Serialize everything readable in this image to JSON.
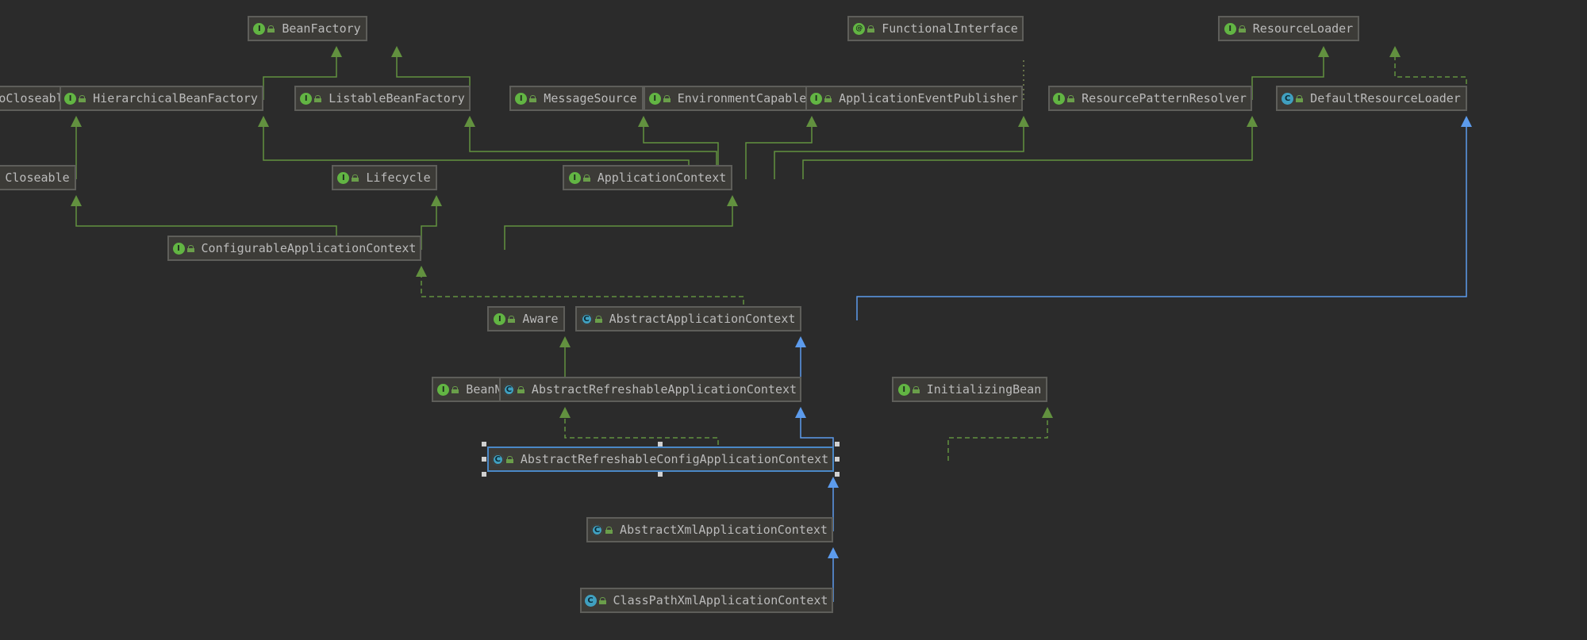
{
  "colors": {
    "background": "#2b2b2b",
    "node_fill": "#3c3b37",
    "node_border": "#5e5e5a",
    "selected_border": "#4a88c7",
    "text": "#bbbbbb",
    "interface_edge": "#62913f",
    "class_edge": "#5c9bec"
  },
  "nodes": {
    "BeanFactory": {
      "label": "BeanFactory",
      "kind": "interface"
    },
    "FunctionalInterface": {
      "label": "FunctionalInterface",
      "kind": "annotation"
    },
    "ResourceLoader": {
      "label": "ResourceLoader",
      "kind": "interface"
    },
    "AutoCloseable": {
      "label": "AutoCloseable",
      "kind": "interface"
    },
    "HierarchicalBeanFactory": {
      "label": "HierarchicalBeanFactory",
      "kind": "interface"
    },
    "ListableBeanFactory": {
      "label": "ListableBeanFactory",
      "kind": "interface"
    },
    "MessageSource": {
      "label": "MessageSource",
      "kind": "interface"
    },
    "EnvironmentCapable": {
      "label": "EnvironmentCapable",
      "kind": "interface"
    },
    "ApplicationEventPublisher": {
      "label": "ApplicationEventPublisher",
      "kind": "interface"
    },
    "ResourcePatternResolver": {
      "label": "ResourcePatternResolver",
      "kind": "interface"
    },
    "DefaultResourceLoader": {
      "label": "DefaultResourceLoader",
      "kind": "class"
    },
    "Closeable": {
      "label": "Closeable",
      "kind": "interface"
    },
    "Lifecycle": {
      "label": "Lifecycle",
      "kind": "interface"
    },
    "ApplicationContext": {
      "label": "ApplicationContext",
      "kind": "interface"
    },
    "ConfigurableApplicationContext": {
      "label": "ConfigurableApplicationContext",
      "kind": "interface"
    },
    "Aware": {
      "label": "Aware",
      "kind": "interface"
    },
    "AbstractApplicationContext": {
      "label": "AbstractApplicationContext",
      "kind": "abstract"
    },
    "BeanNameAware": {
      "label": "BeanNameAware",
      "kind": "interface"
    },
    "AbstractRefreshableApplicationContext": {
      "label": "AbstractRefreshableApplicationContext",
      "kind": "abstract"
    },
    "InitializingBean": {
      "label": "InitializingBean",
      "kind": "interface"
    },
    "AbstractRefreshableConfigApplicationContext": {
      "label": "AbstractRefreshableConfigApplicationContext",
      "kind": "abstract",
      "selected": true
    },
    "AbstractXmlApplicationContext": {
      "label": "AbstractXmlApplicationContext",
      "kind": "abstract"
    },
    "ClassPathXmlApplicationContext": {
      "label": "ClassPathXmlApplicationContext",
      "kind": "class"
    }
  },
  "edges": [
    {
      "from": "HierarchicalBeanFactory",
      "to": "BeanFactory",
      "type": "extends"
    },
    {
      "from": "ListableBeanFactory",
      "to": "BeanFactory",
      "type": "extends"
    },
    {
      "from": "Closeable",
      "to": "AutoCloseable",
      "type": "extends"
    },
    {
      "from": "ApplicationContext",
      "to": "HierarchicalBeanFactory",
      "type": "extends"
    },
    {
      "from": "ApplicationContext",
      "to": "ListableBeanFactory",
      "type": "extends"
    },
    {
      "from": "ApplicationContext",
      "to": "MessageSource",
      "type": "extends"
    },
    {
      "from": "ApplicationContext",
      "to": "EnvironmentCapable",
      "type": "extends"
    },
    {
      "from": "ApplicationContext",
      "to": "ApplicationEventPublisher",
      "type": "extends"
    },
    {
      "from": "ApplicationContext",
      "to": "ResourcePatternResolver",
      "type": "extends"
    },
    {
      "from": "ApplicationEventPublisher",
      "to": "FunctionalInterface",
      "type": "annotated"
    },
    {
      "from": "ResourcePatternResolver",
      "to": "ResourceLoader",
      "type": "extends"
    },
    {
      "from": "DefaultResourceLoader",
      "to": "ResourceLoader",
      "type": "implements"
    },
    {
      "from": "ConfigurableApplicationContext",
      "to": "Closeable",
      "type": "extends"
    },
    {
      "from": "ConfigurableApplicationContext",
      "to": "Lifecycle",
      "type": "extends"
    },
    {
      "from": "ConfigurableApplicationContext",
      "to": "ApplicationContext",
      "type": "extends"
    },
    {
      "from": "AbstractApplicationContext",
      "to": "ConfigurableApplicationContext",
      "type": "implements"
    },
    {
      "from": "AbstractApplicationContext",
      "to": "DefaultResourceLoader",
      "type": "class-extends"
    },
    {
      "from": "BeanNameAware",
      "to": "Aware",
      "type": "extends"
    },
    {
      "from": "AbstractRefreshableApplicationContext",
      "to": "AbstractApplicationContext",
      "type": "class-extends"
    },
    {
      "from": "AbstractRefreshableConfigApplicationContext",
      "to": "AbstractRefreshableApplicationContext",
      "type": "class-extends"
    },
    {
      "from": "AbstractRefreshableConfigApplicationContext",
      "to": "BeanNameAware",
      "type": "implements"
    },
    {
      "from": "AbstractRefreshableConfigApplicationContext",
      "to": "InitializingBean",
      "type": "implements"
    },
    {
      "from": "AbstractXmlApplicationContext",
      "to": "AbstractRefreshableConfigApplicationContext",
      "type": "class-extends"
    },
    {
      "from": "ClassPathXmlApplicationContext",
      "to": "AbstractXmlApplicationContext",
      "type": "class-extends"
    }
  ]
}
